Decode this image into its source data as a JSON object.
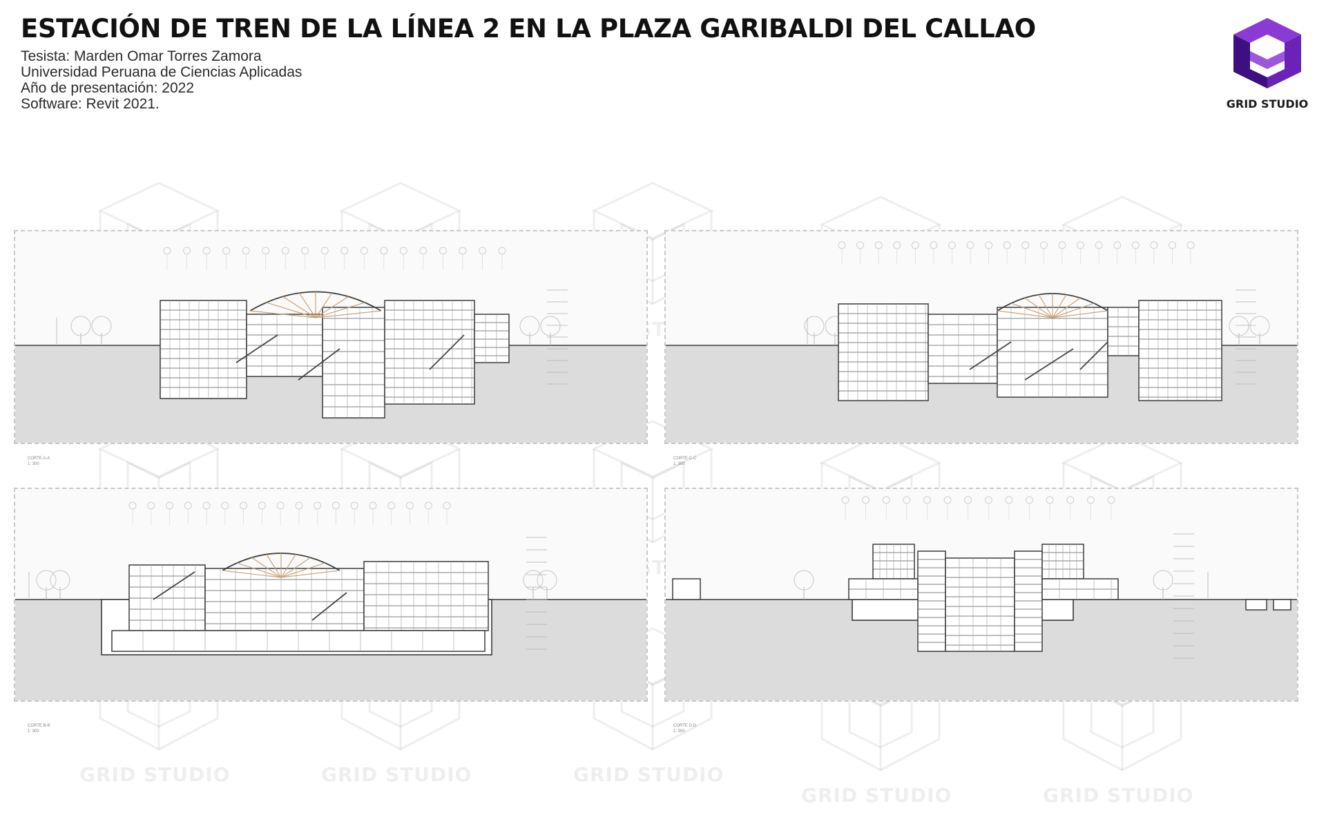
{
  "header": {
    "title": "ESTACIÓN DE TREN DE LA LÍNEA 2 EN LA PLAZA GARIBALDI DEL CALLAO",
    "lines": [
      "Tesista: Marden Omar Torres Zamora",
      "Universidad Peruana de Ciencias Aplicadas",
      "Año de presentación: 2022",
      "Software: Revit 2021."
    ]
  },
  "logo": {
    "text": "GRID STUDIO",
    "colors": {
      "light": "#8a3bd6",
      "mid": "#6a22b8",
      "dark": "#3d0f80"
    }
  },
  "watermark_text": "GRID STUDIO",
  "panels": [
    {
      "id": "a",
      "caption": "CORTE A-A",
      "scale": "1: 300"
    },
    {
      "id": "c",
      "caption": "CORTE C-C",
      "scale": "1: 300"
    },
    {
      "id": "b",
      "caption": "CORTE B-B",
      "scale": "1: 300"
    },
    {
      "id": "d",
      "caption": "CORTE D-D",
      "scale": "1: 300"
    }
  ],
  "colors": {
    "ground": "#dcdcdc",
    "line": "#3a3a3a",
    "roof_accent": "#c9a27a",
    "bubble": "#cfcfcf"
  }
}
